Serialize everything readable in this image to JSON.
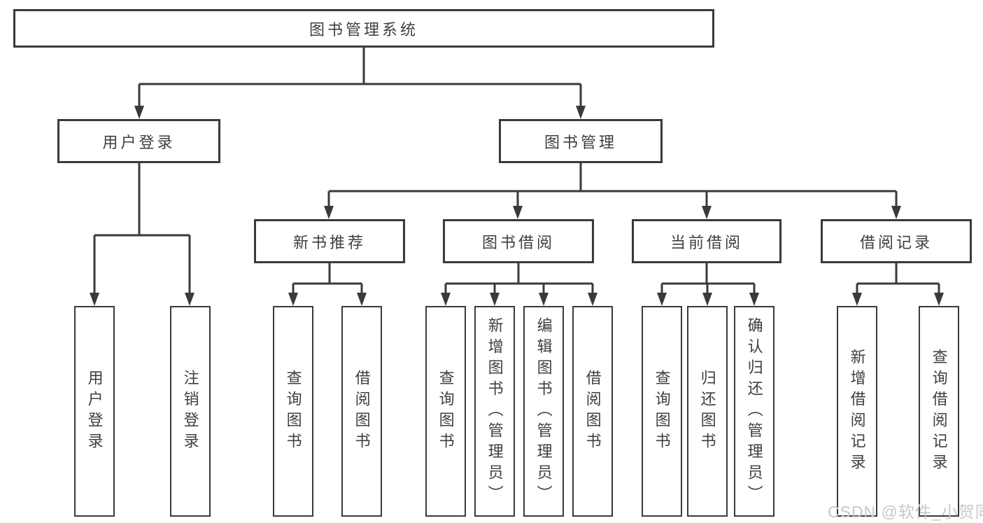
{
  "diagram": {
    "tree": {
      "label": "图书管理系统",
      "children": [
        {
          "label": "用户登录",
          "children": [
            {
              "label": "用户登录"
            },
            {
              "label": "注销登录"
            }
          ]
        },
        {
          "label": "图书管理",
          "children": [
            {
              "label": "新书推荐",
              "children": [
                {
                  "label": "查询图书"
                },
                {
                  "label": "借阅图书"
                }
              ]
            },
            {
              "label": "图书借阅",
              "children": [
                {
                  "label": "查询图书"
                },
                {
                  "label": "新增图书（管理员）"
                },
                {
                  "label": "编辑图书（管理员）"
                },
                {
                  "label": "借阅图书"
                }
              ]
            },
            {
              "label": "当前借阅",
              "children": [
                {
                  "label": "查询图书"
                },
                {
                  "label": "归还图书"
                },
                {
                  "label": "确认归还（管理员）"
                }
              ]
            },
            {
              "label": "借阅记录",
              "children": [
                {
                  "label": "新增借阅记录"
                },
                {
                  "label": "查询借阅记录"
                }
              ]
            }
          ]
        }
      ]
    }
  },
  "watermark": "CSDN @软件_小贺同学",
  "colors": {
    "line": "#3a3a3a",
    "text": "#3f3f3f",
    "box_bg": "#ffffff",
    "background": "#ffffff",
    "watermark": "#c8c8c8"
  }
}
